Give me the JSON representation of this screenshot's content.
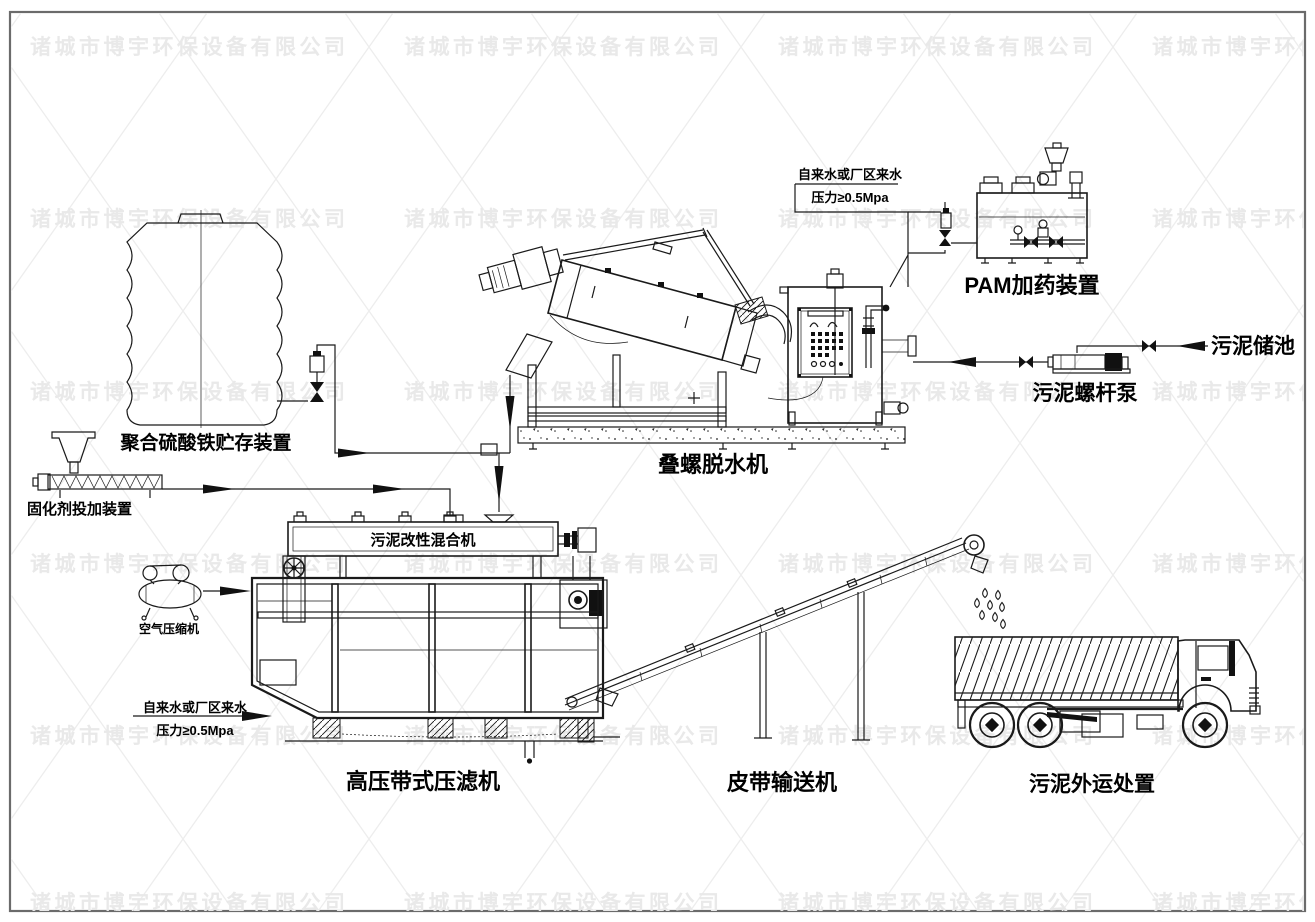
{
  "meta": {
    "background_color": "#ffffff",
    "line_color": "#1a1a1a",
    "frame_color": "#6b6b6b",
    "watermark_color": "#e9e9e9"
  },
  "watermark": {
    "text": "诸城市博宇环保设备有限公司"
  },
  "labels": {
    "ferric_sulfate_tank": "聚合硫酸铁贮存装置",
    "solidifier_doser": "固化剂投加装置",
    "air_compressor": "空气压缩机",
    "sludge_mixer": "污泥改性混合机",
    "belt_filter_press": "高压带式压滤机",
    "screw_dewaterer": "叠螺脱水机",
    "pam_dosing_unit": "PAM加药装置",
    "sludge_pool": "污泥储池",
    "sludge_screw_pump": "污泥螺杆泵",
    "belt_conveyor": "皮带输送机",
    "sludge_disposal": "污泥外运处置"
  },
  "annotations": {
    "water_supply_top": {
      "line1": "自来水或厂区来水",
      "line2": "压力≥0.5Mpa"
    },
    "water_supply_bottom": {
      "line1": "自来水或厂区来水",
      "line2": "压力≥0.5Mpa"
    }
  }
}
